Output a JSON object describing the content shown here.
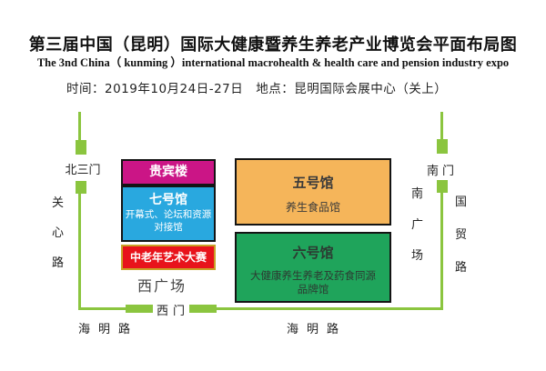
{
  "header": {
    "title_cn": "第三届中国（昆明）国际大健康暨养生养老产业博览会平面布局图",
    "title_en": "The 3nd China（ kunming ）international macrohealth & health care and pension industry expo",
    "info": "时间：2019年10月24日-27日　地点：昆明国际会展中心（关上）"
  },
  "map": {
    "gates": {
      "north": "北三门",
      "south": "南门",
      "west": "西门"
    },
    "streets": {
      "left": "关心路",
      "right": "国贸路",
      "bottom_left": "海明路",
      "bottom_right": "海明路"
    },
    "plazas": {
      "west": "西广场",
      "south": "南广场"
    },
    "halls": {
      "vip": {
        "name": "贵宾楼",
        "color": "#cb1586"
      },
      "hall7": {
        "name": "七号馆",
        "desc_line1": "开幕式、论坛和资源",
        "desc_line2": "对接馆",
        "color": "#29a8df"
      },
      "art": {
        "name": "中老年艺术大赛",
        "color": "#e8131b"
      },
      "hall5": {
        "name": "五号馆",
        "desc": "养生食品馆",
        "color": "#f5b55a"
      },
      "hall6": {
        "name": "六号馆",
        "desc_line1": "大健康养生养老及药食同源",
        "desc_line2": "品牌馆",
        "color": "#1fa45b"
      }
    },
    "road_color": "#8bc53f"
  }
}
